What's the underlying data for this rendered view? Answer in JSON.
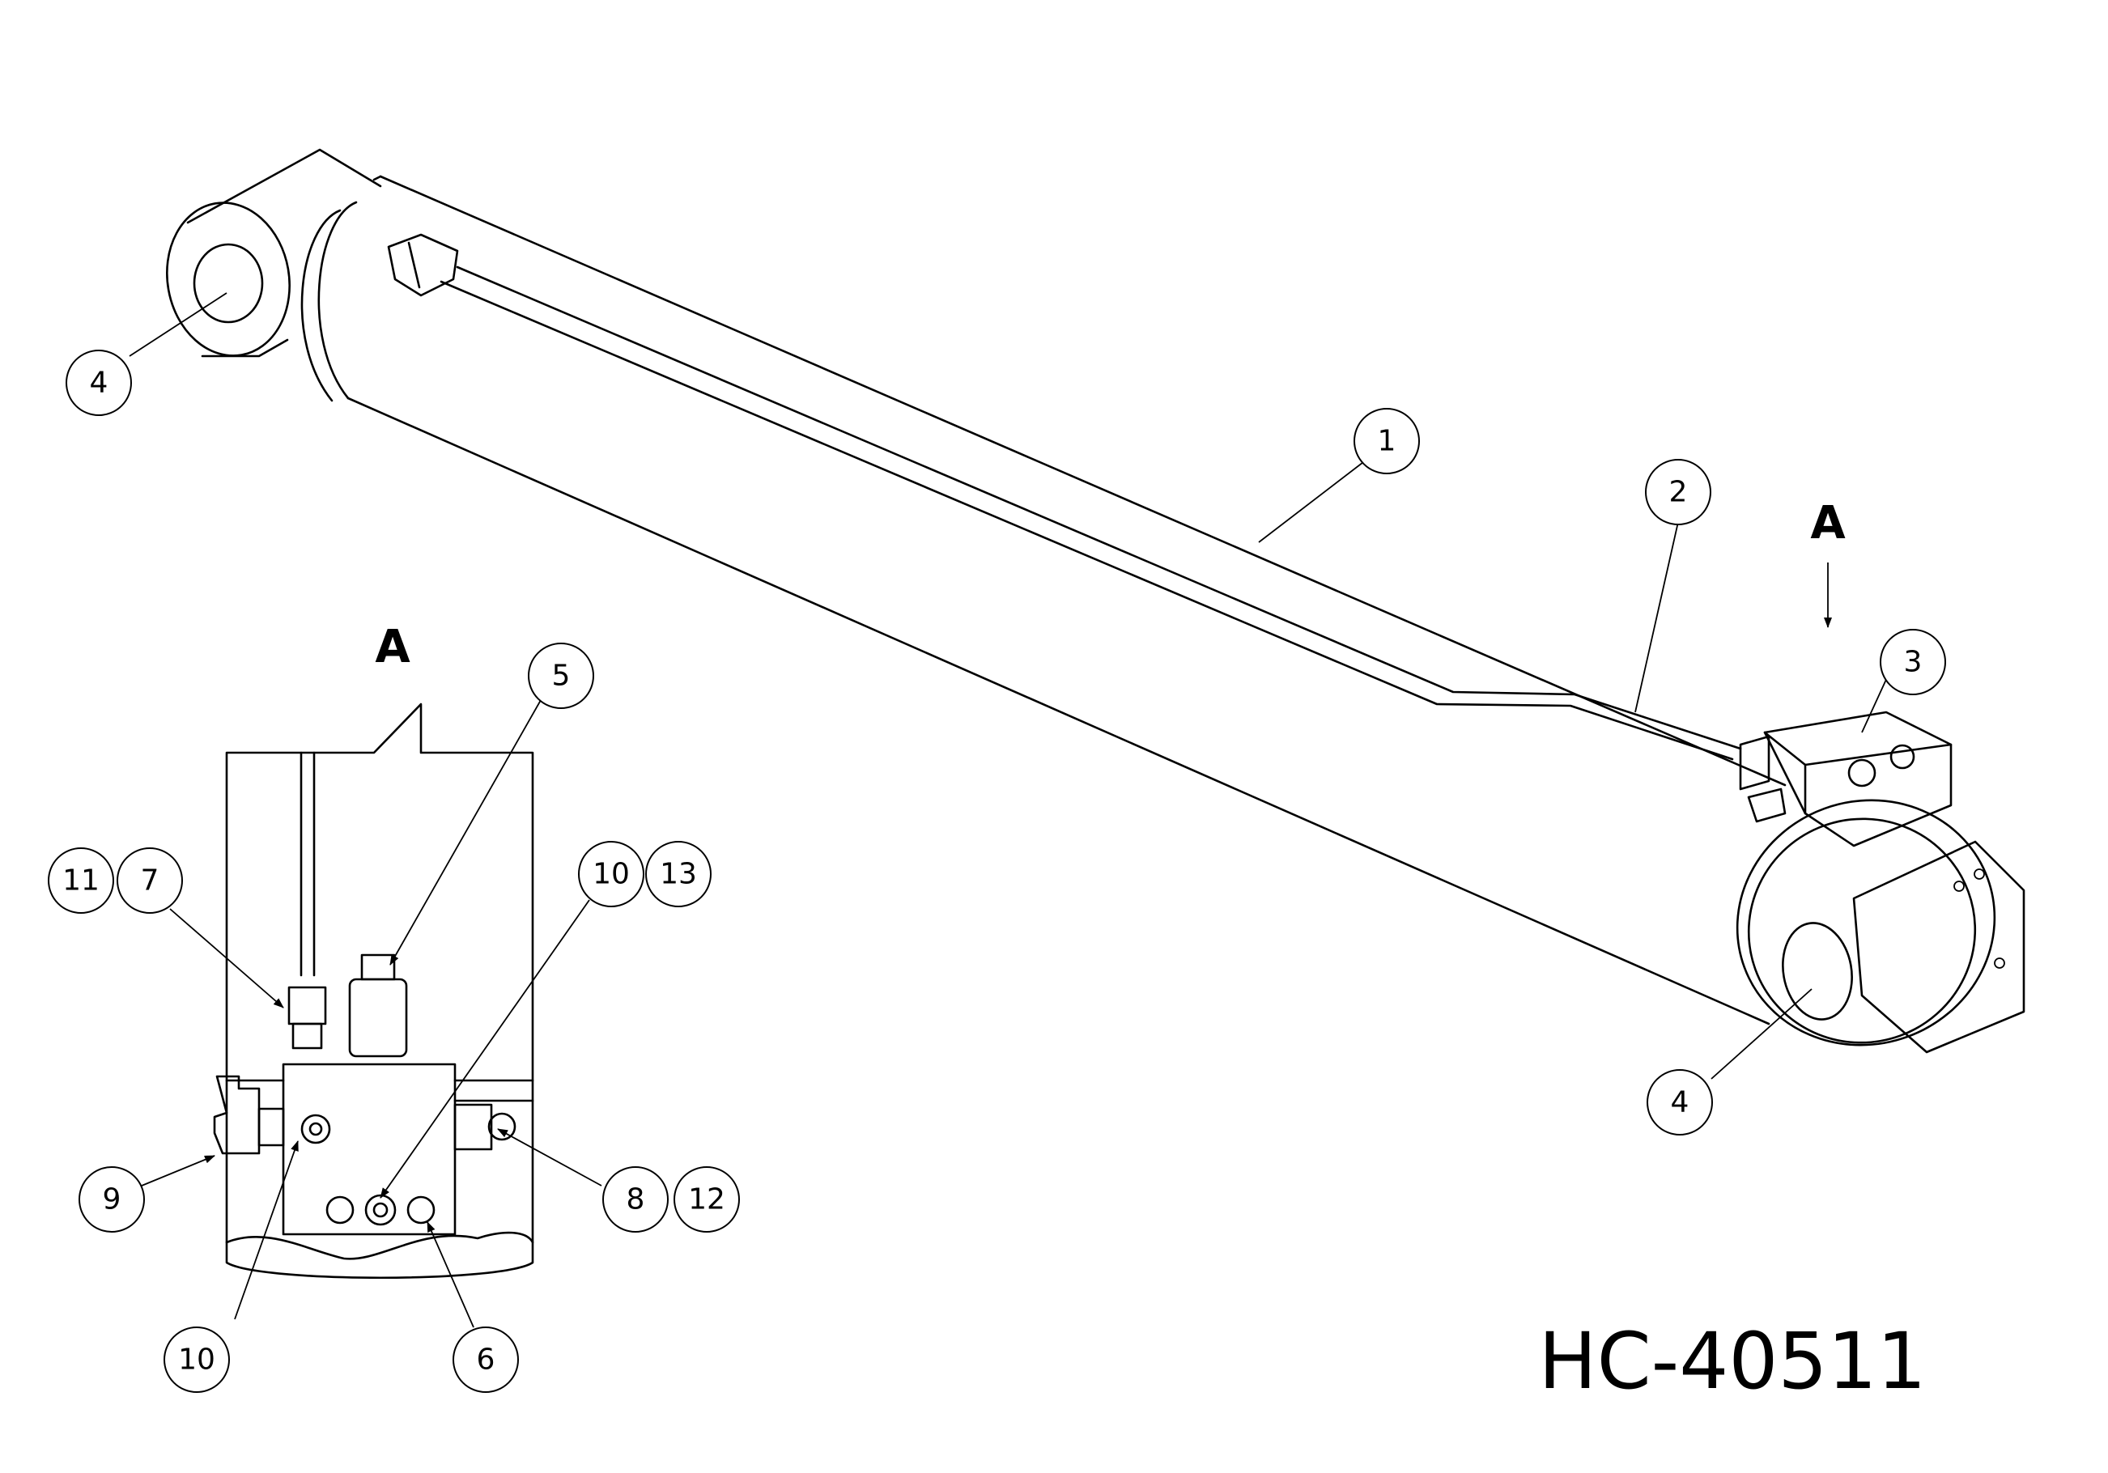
{
  "drawing_number": "HC-40511",
  "view_label_main": "A",
  "view_label_detail": "A",
  "balloons": {
    "b1": "1",
    "b2": "2",
    "b3": "3",
    "b4_left": "4",
    "b4_right": "4",
    "b5": "5",
    "b6": "6",
    "b7": "7",
    "b8": "8",
    "b9": "9",
    "b10_top": "10",
    "b10_bottom": "10",
    "b11": "11",
    "b12": "12",
    "b13": "13"
  }
}
